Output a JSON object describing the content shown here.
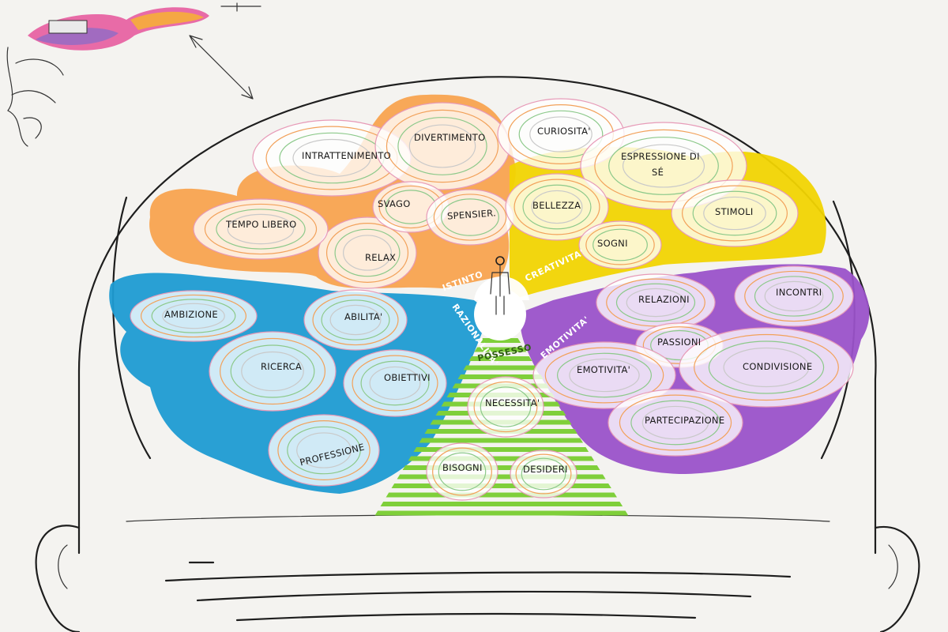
{
  "sectors": [
    {
      "key": "istinto",
      "label": "ISTINTO",
      "color": "#f7a24b"
    },
    {
      "key": "creativita",
      "label": "CREATIVITA'",
      "color": "#f1d402"
    },
    {
      "key": "razionalita",
      "label": "RAZIONALITA'",
      "color": "#1e9bd2"
    },
    {
      "key": "emotivita",
      "label": "EMOTIVITA'",
      "color": "#9a52c9"
    },
    {
      "key": "possesso",
      "label": "POSSESSO",
      "color": "#7fcf3a"
    }
  ],
  "labels": {
    "divertimento": "DIVERTIMENTO",
    "intrattenimento": "INTRATTENIMENTO",
    "svago": "SVAGO",
    "spensier": "SPENSIER.",
    "tempo_libero": "TEMPO LIBERO",
    "relax": "RELAX",
    "curiosita": "CURIOSITA'",
    "espressione": "ESPRESSIONE DI",
    "se": "SÉ",
    "bellezza": "BELLEZZA",
    "stimoli": "STIMOLI",
    "sogni": "SOGNI",
    "ambizione": "AMBIZIONE",
    "abilita": "ABILITA'",
    "ricerca": "RICERCA",
    "obiettivi": "OBIETTIVI",
    "professione": "PROFESSIONE",
    "relazioni": "RELAZIONI",
    "incontri": "INCONTRI",
    "passioni": "PASSIONI",
    "emotivita_node": "EMOTIVITA'",
    "condivisione": "CONDIVISIONE",
    "partecipazione": "PARTECIPAZIONE",
    "necessita": "NECESSITA'",
    "bisogni": "BISOGNI",
    "desideri": "DESIDERI"
  },
  "colors": {
    "ink": "#1e1e1e",
    "paper": "#f4f3f0",
    "contour_pink": "#e79bb8",
    "contour_orange": "#f2a15a",
    "contour_green": "#8cc98a"
  }
}
